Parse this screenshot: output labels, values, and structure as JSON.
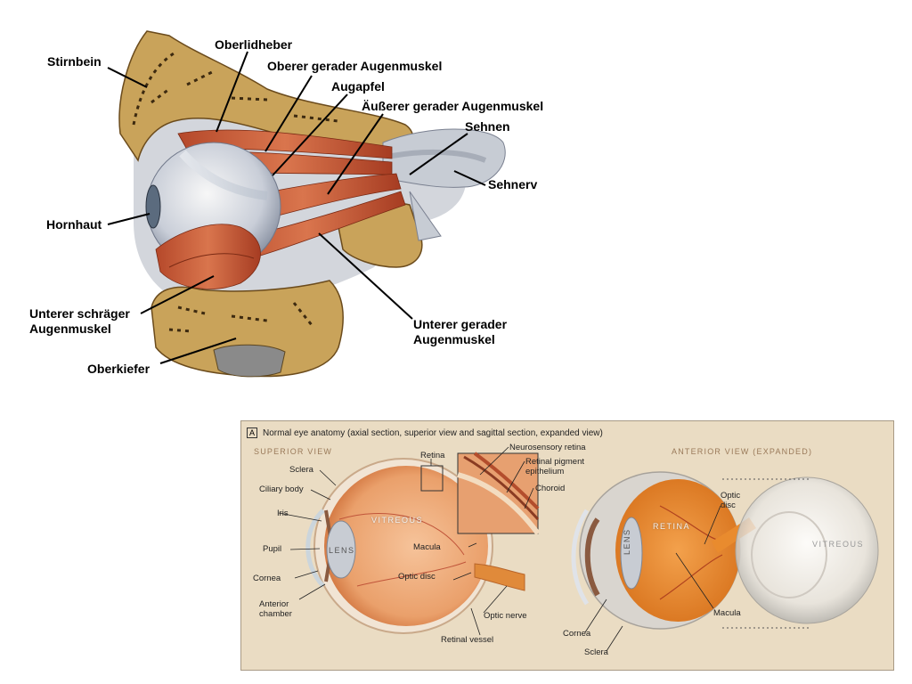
{
  "top_figure": {
    "labels": {
      "stirnbein": "Stirnbein",
      "oberlidheber": "Oberlidheber",
      "oberer_gerader": "Oberer gerader Augenmuskel",
      "augapfel": "Augapfel",
      "ausserer_gerader": "Äußerer gerader Augenmuskel",
      "sehnen": "Sehnen",
      "sehnerv": "Sehnerv",
      "hornhaut": "Hornhaut",
      "unterer_schraeger_1": "Unterer schräger",
      "unterer_schraeger_2": "Augenmuskel",
      "unterer_gerader_1": "Unterer gerader",
      "unterer_gerader_2": "Augenmuskel",
      "oberkiefer": "Oberkiefer"
    }
  },
  "bottom_figure": {
    "panel_letter": "A",
    "title": "Normal eye anatomy (axial section, superior view and sagittal section, expanded view)",
    "superior_view_header": "SUPERIOR VIEW",
    "anterior_view_header": "ANTERIOR VIEW (EXPANDED)",
    "left_labels": {
      "sclera": "Sclera",
      "ciliary_body": "Ciliary body",
      "iris": "Iris",
      "pupil": "Pupil",
      "cornea": "Cornea",
      "anterior_1": "Anterior",
      "anterior_2": "chamber",
      "retina": "Retina",
      "vitreous": "VITREOUS",
      "lens": "LENS",
      "macula": "Macula",
      "optic_disc": "Optic disc",
      "optic_nerve": "Optic nerve",
      "retinal_vessel": "Retinal vessel"
    },
    "inset_labels": {
      "neurosensory": "Neurosensory retina",
      "rpe_1": "Retinal pigment",
      "rpe_2": "epithelium",
      "choroid": "Choroid"
    },
    "right_labels": {
      "retina": "RETINA",
      "lens": "LENS",
      "optic_1": "Optic",
      "optic_2": "disc",
      "vitreous": "VITREOUS",
      "macula": "Macula",
      "cornea": "Cornea",
      "sclera": "Sclera"
    }
  }
}
